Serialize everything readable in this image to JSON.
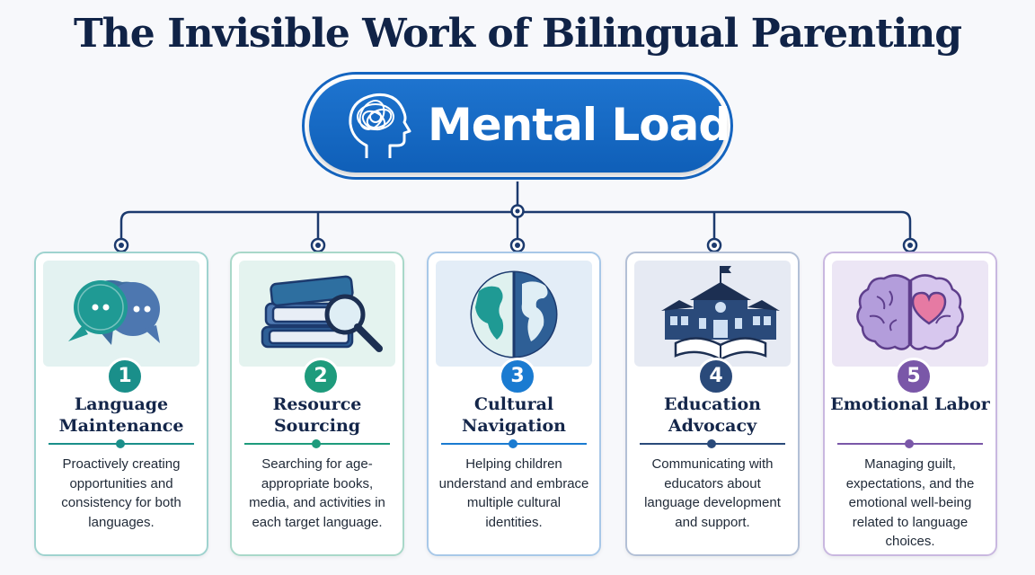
{
  "title": "The Invisible Work of Bilingual Parenting",
  "central": {
    "label": "Mental Load",
    "icon": "head-brain-icon"
  },
  "cards": [
    {
      "number": "1",
      "title": "Language Maintenance",
      "description": "Proactively creating opportunities and consistency for both languages.",
      "icon": "speech-bubbles-icon",
      "color": "#1a8f8a"
    },
    {
      "number": "2",
      "title": "Resource Sourcing",
      "description": "Searching for age-appropriate books, media, and activities in each target language.",
      "icon": "books-magnifier-icon",
      "color": "#1e9b7c"
    },
    {
      "number": "3",
      "title": "Cultural Navigation",
      "description": "Helping children understand and embrace multiple cultural identities.",
      "icon": "globe-icon",
      "color": "#1a7bd1"
    },
    {
      "number": "4",
      "title": "Education Advocacy",
      "description": "Communicating with educators about language development and support.",
      "icon": "school-book-icon",
      "color": "#2a4a7a"
    },
    {
      "number": "5",
      "title": "Emotional Labor",
      "description": "Managing guilt, expectations, and the emotional well-being related to language choices.",
      "icon": "brain-heart-icon",
      "color": "#7a57a8"
    }
  ]
}
